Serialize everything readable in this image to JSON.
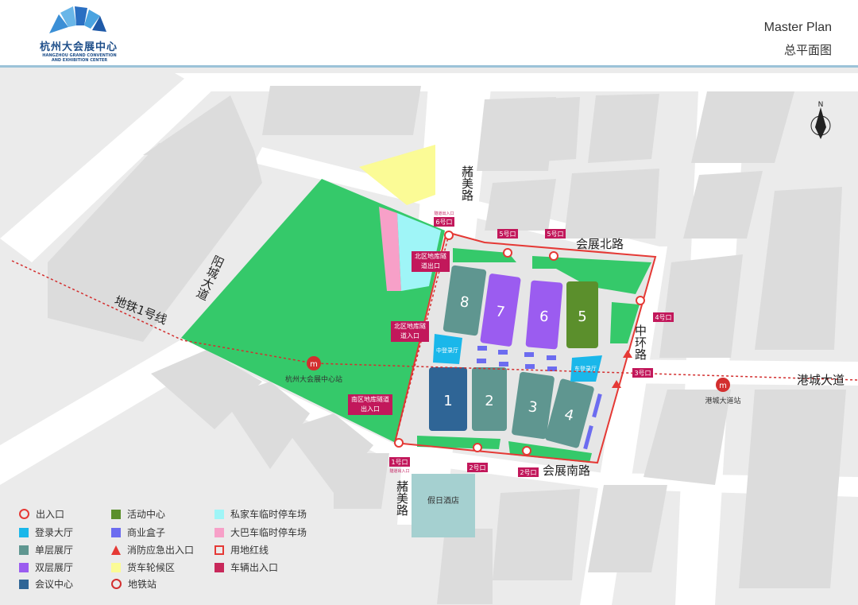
{
  "header": {
    "logo_cn": "杭州大会展中心",
    "logo_en": "HANGZHOU GRAND CONVENTION AND EXHIBITION CENTER",
    "title_en": "Master Plan",
    "title_cn": "总平面图"
  },
  "compass": {
    "label": "N"
  },
  "roads": {
    "zhumei_north": "赭美路",
    "zhumei_south": "赭美路",
    "huizhan_north": "会展北路",
    "huizhan_south": "会展南路",
    "yangcheng": "阳城大道",
    "zhonghuan": "中环路",
    "gangcheng": "港城大道",
    "metro_line": "地铁1号线"
  },
  "stations": {
    "main": "杭州大会展中心站",
    "east": "港城大道站"
  },
  "halls": [
    "1",
    "2",
    "3",
    "4",
    "5",
    "6",
    "7",
    "8"
  ],
  "lobbies": {
    "middle": "中登录厅",
    "east": "东登录厅"
  },
  "hotel": "假日酒店",
  "gates": {
    "g6": "6号口",
    "g6_sub": "隧道出入口",
    "g5a": "5号口",
    "g5b": "5号口",
    "g4": "4号口",
    "g3": "3号口",
    "g1": "1号口",
    "g1_sub": "隧道出入口",
    "g2a": "2号口",
    "g2b": "2号口",
    "north_exit": "北区地库隧道出口",
    "north_entry": "北区地库隧道入口",
    "south": "南区地库隧道出入口"
  },
  "legend": [
    {
      "label": "出入口",
      "color": "#e53935",
      "icon": "entrance-icon"
    },
    {
      "label": "登录大厅",
      "color": "#1ab7ea"
    },
    {
      "label": "单层展厅",
      "color": "#5f9690"
    },
    {
      "label": "双层展厅",
      "color": "#9b5cf0"
    },
    {
      "label": "会议中心",
      "color": "#2f6596"
    },
    {
      "label": "活动中心",
      "color": "#5b8f2c"
    },
    {
      "label": "商业盒子",
      "color": "#6c6cf0"
    },
    {
      "label": "消防应急出入口",
      "color": "#e53935",
      "icon": "fire-exit-icon"
    },
    {
      "label": "货车轮候区",
      "color": "#fbfb96"
    },
    {
      "label": "地铁站",
      "color": "#d32f2f",
      "icon": "metro-icon"
    },
    {
      "label": "私家车临时停车场",
      "color": "#9ff5f7"
    },
    {
      "label": "大巴车临时停车场",
      "color": "#f7a0c8"
    },
    {
      "label": "用地红线",
      "color": "#e53935",
      "icon": "boundary-icon"
    },
    {
      "label": "车辆出入口",
      "color": "#c8285a"
    }
  ],
  "colors": {
    "park": "#35c96a",
    "road": "#ffffff",
    "block": "#dcdcdc",
    "boundary": "#e53935",
    "label_bg": "#c2185b"
  }
}
